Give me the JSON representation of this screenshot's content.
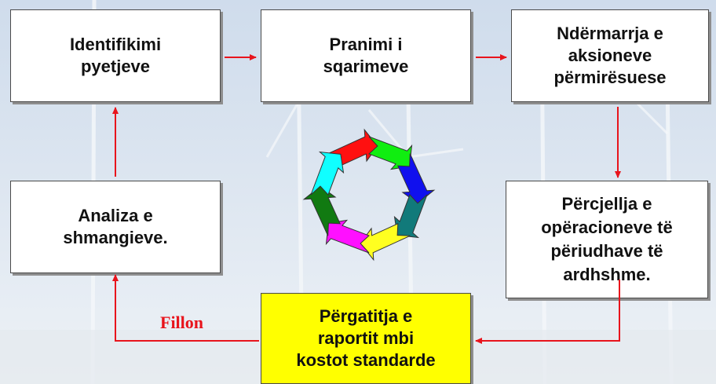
{
  "boxes": {
    "identify": "Identifikimi\npyetjeve",
    "receive": "Pranimi i\nsqarimeve",
    "actions": "Ndërmarrja e\naksioneve\npërmirësuese",
    "monitor": "Përcjellja e\nopëracioneve të\npëriudhave të\nardhshme.",
    "analysis": "Analiza e\nshmangieve.",
    "prepare": "Përgatitja e\nraportit mbi\nkostot standarde"
  },
  "start_label": "Fillon",
  "colors": {
    "arrow": "#e8141c",
    "highlight_box": "#ffff00",
    "cycle": [
      "#ff1010",
      "#10ee10",
      "#1010ee",
      "#117a7a",
      "#ffff20",
      "#ff10ff",
      "#117a11",
      "#10ffff"
    ]
  }
}
